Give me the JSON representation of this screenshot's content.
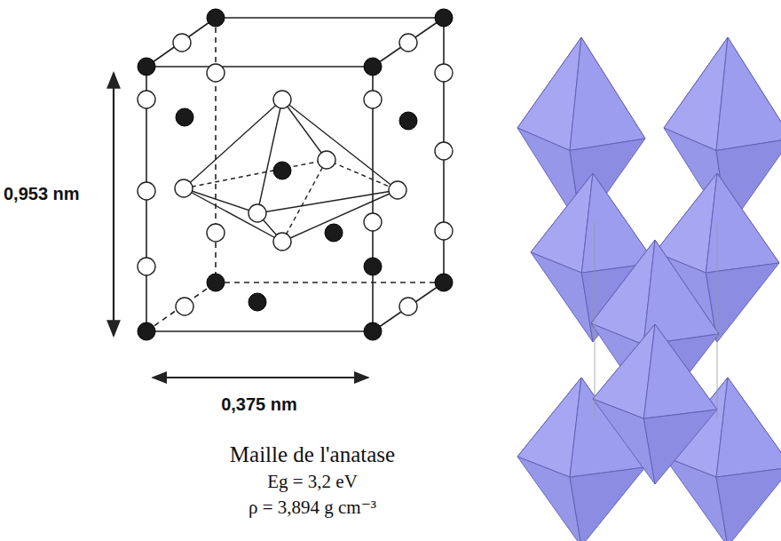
{
  "diagram": {
    "labels": [
      "0,953 nm",
      "0,375 nm",
      "Maille de l'anatase",
      "Eg = 3,2 eV",
      "ρ = 3,894 g cm⁻³"
    ]
  }
}
